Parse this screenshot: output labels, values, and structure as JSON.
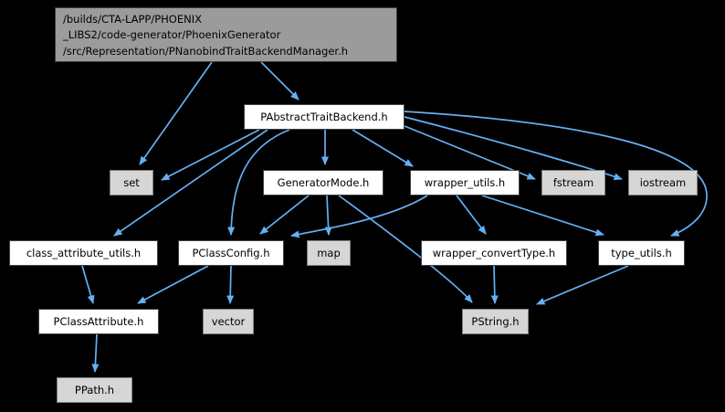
{
  "diagram": {
    "type": "include-dependency-graph",
    "background_color": "#000000",
    "edge_color": "#63b1f5",
    "root_node_fill": "#9b9b9b",
    "header_node_fill": "#ffffff",
    "system_node_fill": "#d6d6d6"
  },
  "nodes": {
    "root": {
      "label": "/builds/CTA-LAPP/PHOENIX\n_LIBS2/code-generator/PhoenixGenerator\n/src/Representation/PNanobindTraitBackendManager.h"
    },
    "pabstracttraitbackend": {
      "label": "PAbstractTraitBackend.h"
    },
    "set": {
      "label": "set"
    },
    "generatormode": {
      "label": "GeneratorMode.h"
    },
    "wrapper_utils": {
      "label": "wrapper_utils.h"
    },
    "fstream": {
      "label": "fstream"
    },
    "iostream": {
      "label": "iostream"
    },
    "class_attribute_utils": {
      "label": "class_attribute_utils.h"
    },
    "pclassconfig": {
      "label": "PClassConfig.h"
    },
    "map": {
      "label": "map"
    },
    "wrapper_converttype": {
      "label": "wrapper_convertType.h"
    },
    "type_utils": {
      "label": "type_utils.h"
    },
    "pclassattribute": {
      "label": "PClassAttribute.h"
    },
    "vector": {
      "label": "vector"
    },
    "pstring": {
      "label": "PString.h"
    },
    "ppath": {
      "label": "PPath.h"
    }
  },
  "edges": [
    {
      "from": "PNanobindTraitBackendManager.h",
      "to": "PAbstractTraitBackend.h"
    },
    {
      "from": "PNanobindTraitBackendManager.h",
      "to": "set"
    },
    {
      "from": "PAbstractTraitBackend.h",
      "to": "set"
    },
    {
      "from": "PAbstractTraitBackend.h",
      "to": "GeneratorMode.h"
    },
    {
      "from": "PAbstractTraitBackend.h",
      "to": "wrapper_utils.h"
    },
    {
      "from": "PAbstractTraitBackend.h",
      "to": "fstream"
    },
    {
      "from": "PAbstractTraitBackend.h",
      "to": "iostream"
    },
    {
      "from": "PAbstractTraitBackend.h",
      "to": "type_utils.h"
    },
    {
      "from": "PAbstractTraitBackend.h",
      "to": "class_attribute_utils.h"
    },
    {
      "from": "PAbstractTraitBackend.h",
      "to": "PClassConfig.h"
    },
    {
      "from": "GeneratorMode.h",
      "to": "PClassConfig.h"
    },
    {
      "from": "GeneratorMode.h",
      "to": "map"
    },
    {
      "from": "GeneratorMode.h",
      "to": "PString.h"
    },
    {
      "from": "wrapper_utils.h",
      "to": "PClassConfig.h"
    },
    {
      "from": "wrapper_utils.h",
      "to": "wrapper_convertType.h"
    },
    {
      "from": "wrapper_utils.h",
      "to": "type_utils.h"
    },
    {
      "from": "PClassConfig.h",
      "to": "PClassAttribute.h"
    },
    {
      "from": "PClassConfig.h",
      "to": "vector"
    },
    {
      "from": "class_attribute_utils.h",
      "to": "PClassAttribute.h"
    },
    {
      "from": "PClassAttribute.h",
      "to": "PPath.h"
    },
    {
      "from": "wrapper_convertType.h",
      "to": "PString.h"
    },
    {
      "from": "type_utils.h",
      "to": "PString.h"
    }
  ]
}
